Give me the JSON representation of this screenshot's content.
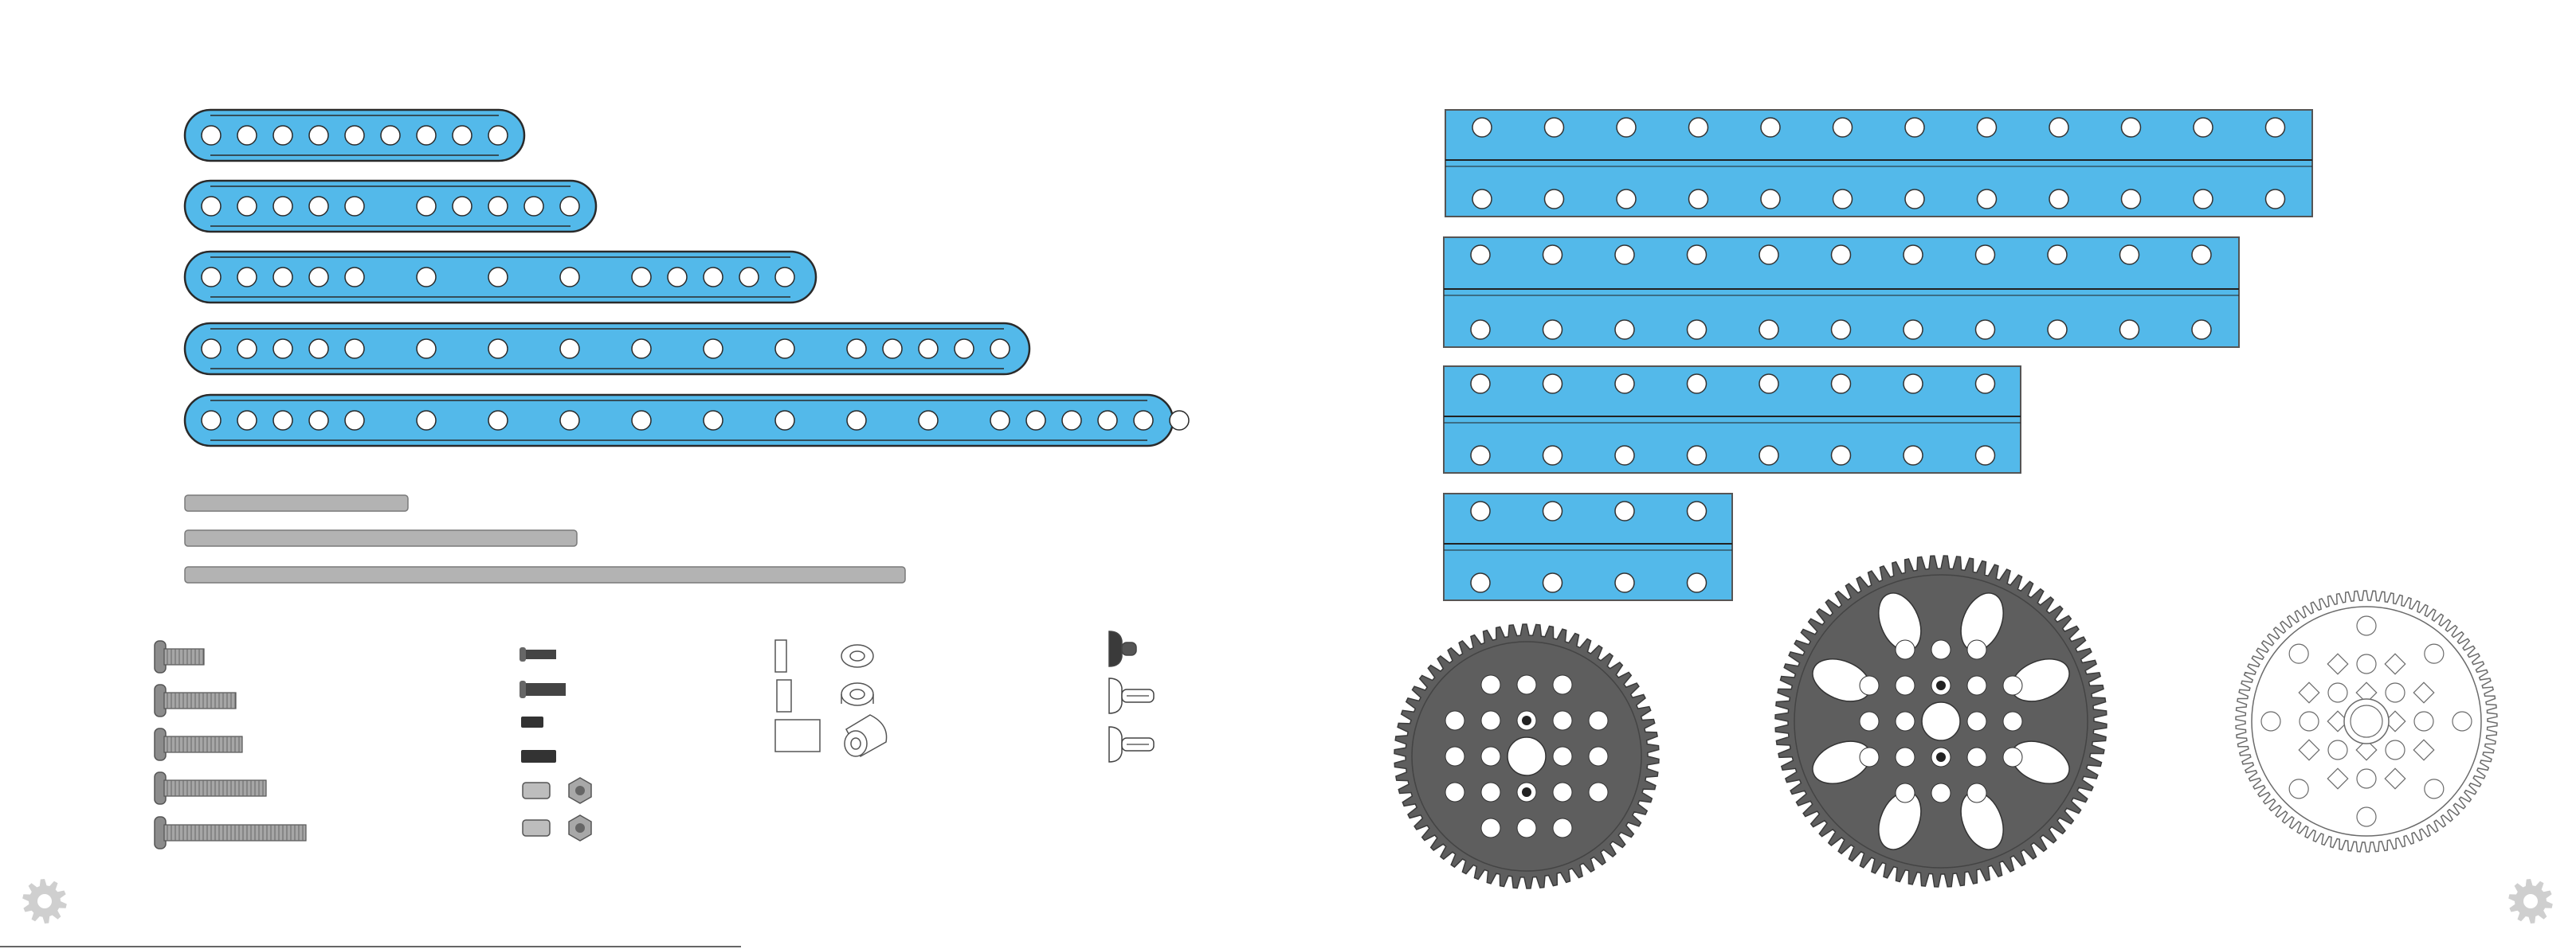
{
  "page": {
    "footer_text": "",
    "colors": {
      "beam_blue": "#53b9ea",
      "beam_edge": "#2a2a2a",
      "shaft_gray": "#b3b3b3",
      "gear_dark": "#5e5e5e",
      "hardware_gray": "#8c8c8c",
      "outline_gray": "#6b6b6b"
    }
  },
  "left_panel": {
    "slotted_beams": [
      {
        "name": "beam-0824-9",
        "holes": 9
      },
      {
        "name": "beam-0824-11",
        "holes": 10
      },
      {
        "name": "beam-0824-17",
        "holes": 13
      },
      {
        "name": "beam-0824-23",
        "holes": 16
      },
      {
        "name": "beam-0824-28",
        "holes": 19
      }
    ],
    "shafts": [
      {
        "name": "d-shaft-short"
      },
      {
        "name": "d-shaft-medium"
      },
      {
        "name": "d-shaft-long"
      }
    ],
    "screws": [
      {
        "name": "screw-m4x8"
      },
      {
        "name": "screw-m4x14"
      },
      {
        "name": "screw-m4x22"
      },
      {
        "name": "screw-m4x30"
      },
      {
        "name": "screw-m4x40"
      }
    ],
    "set_screws_and_nuts": [
      {
        "name": "headless-screw-short"
      },
      {
        "name": "headless-screw-long"
      },
      {
        "name": "set-screw-small"
      },
      {
        "name": "set-screw-large"
      },
      {
        "name": "nut-pair-1"
      },
      {
        "name": "nut-pair-2"
      }
    ],
    "spacers": [
      {
        "name": "spacer-rect-thin"
      },
      {
        "name": "spacer-rect-medium"
      },
      {
        "name": "spacer-rect-wide"
      },
      {
        "name": "washer-flat"
      },
      {
        "name": "washer-thick"
      },
      {
        "name": "spacer-cylinder"
      }
    ],
    "rivets": [
      {
        "name": "rivet-black"
      },
      {
        "name": "rivet-white-1"
      },
      {
        "name": "rivet-white-2"
      }
    ]
  },
  "right_panel": {
    "double_beams": [
      {
        "name": "beam-double-12",
        "holes": 12
      },
      {
        "name": "beam-double-11",
        "holes": 11
      },
      {
        "name": "beam-double-8",
        "holes": 8
      },
      {
        "name": "beam-double-4",
        "holes": 4
      }
    ],
    "gears": [
      {
        "name": "gear-small-dark",
        "teeth": 62
      },
      {
        "name": "gear-large-dark",
        "teeth": 80
      },
      {
        "name": "gear-outline",
        "teeth": 90
      }
    ]
  },
  "corner_icons": [
    {
      "name": "gear-icon-left"
    },
    {
      "name": "gear-icon-right"
    }
  ]
}
